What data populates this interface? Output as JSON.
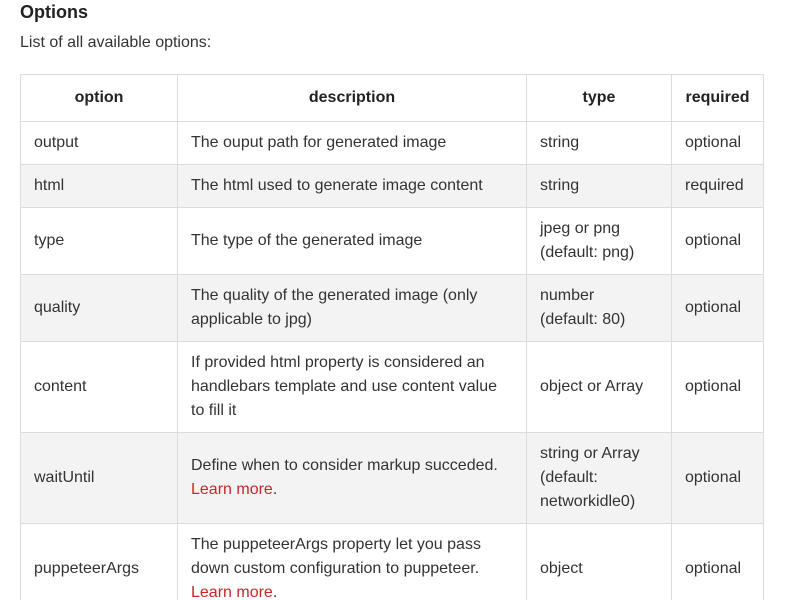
{
  "heading": "Options",
  "intro": "List of all available options:",
  "columns": {
    "option": "option",
    "description": "description",
    "type": "type",
    "required": "required"
  },
  "rows": [
    {
      "option": "output",
      "description": "The ouput path for generated image",
      "type": "string",
      "required": "optional"
    },
    {
      "option": "html",
      "description": "The html used to generate image content",
      "type": "string",
      "required": "required"
    },
    {
      "option": "type",
      "description": "The type of the generated image",
      "type_line1": "jpeg or png",
      "type_line2": "(default: png)",
      "required": "optional"
    },
    {
      "option": "quality",
      "description_line1": "The quality of the generated image (only",
      "description_line2": "applicable to jpg)",
      "type_line1": "number",
      "type_line2": "(default: 80)",
      "required": "optional"
    },
    {
      "option": "content",
      "description_line1": "If provided html property is considered an",
      "description_line2": "handlebars template and use content value",
      "description_line3": "to fill it",
      "type": "object or Array",
      "required": "optional"
    },
    {
      "option": "waitUntil",
      "description_line1": "Define when to consider markup succeded.",
      "link": "Learn more",
      "link_suffix": ".",
      "type_line1": "string or Array",
      "type_line2": "(default:",
      "type_line3": "networkidle0)",
      "required": "optional"
    },
    {
      "option": "puppeteerArgs",
      "description_line1": "The puppeteerArgs property let you pass",
      "description_line2": "down custom configuration to puppeteer.",
      "link": "Learn more",
      "link_suffix": ".",
      "type": "object",
      "required": "optional"
    }
  ],
  "colors": {
    "link": "#c62828",
    "border": "#dcdcdc",
    "stripe": "#f3f3f3"
  }
}
